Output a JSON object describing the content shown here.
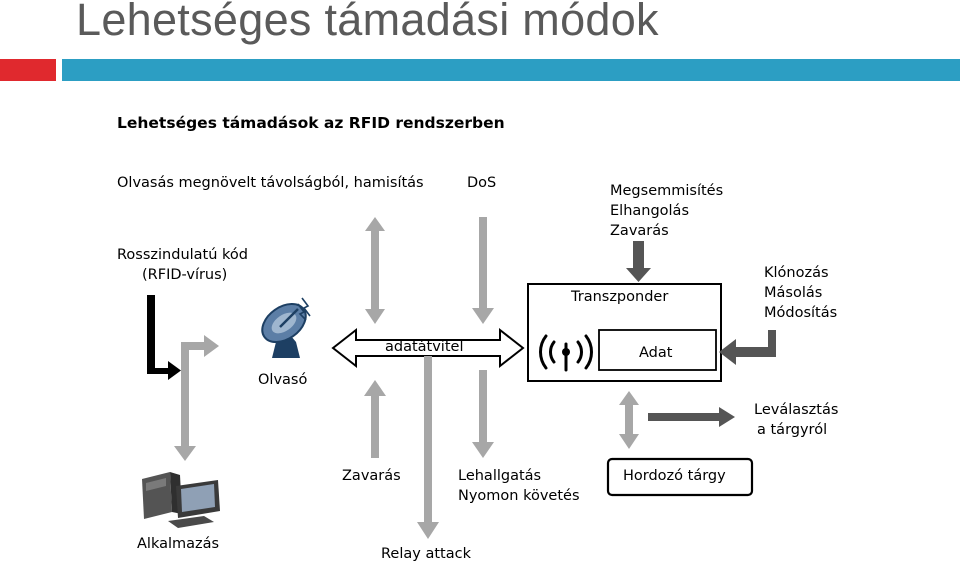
{
  "slide": {
    "title": "Lehetséges támadási módok"
  },
  "diagram": {
    "heading": "Lehetséges támadások az RFID rendszerben",
    "reading_attack": "Olvasás megnövelt távolságból, hamisítás",
    "dos": "DoS",
    "malicious_code_line1": "Rosszindulatú kód",
    "malicious_code_line2": "(RFID-vírus)",
    "reader": "Olvasó",
    "application": "Alkalmazás",
    "data_transfer": "adatátvitel",
    "jamming": "Zavarás",
    "eavesdrop_line1": "Lehallgatás",
    "eavesdrop_line2": "Nyomon követés",
    "relay_attack": "Relay attack",
    "physical_line1": "Megsemmisítés",
    "physical_line2": "Elhangolás",
    "physical_line3": "Zavarás",
    "transponder": "Transzponder",
    "data": "Adat",
    "clone_line1": "Klónozás",
    "clone_line2": "Másolás",
    "clone_line3": "Módosítás",
    "detach_line1": "Leválasztás",
    "detach_line2": "a tárgyról",
    "carrier": "Hordozó tárgy"
  },
  "colors": {
    "accent_red": "#e0292e",
    "accent_blue": "#2c9ec3",
    "arrow_gray": "#a7a7a7",
    "arrow_dark": "#555555"
  }
}
